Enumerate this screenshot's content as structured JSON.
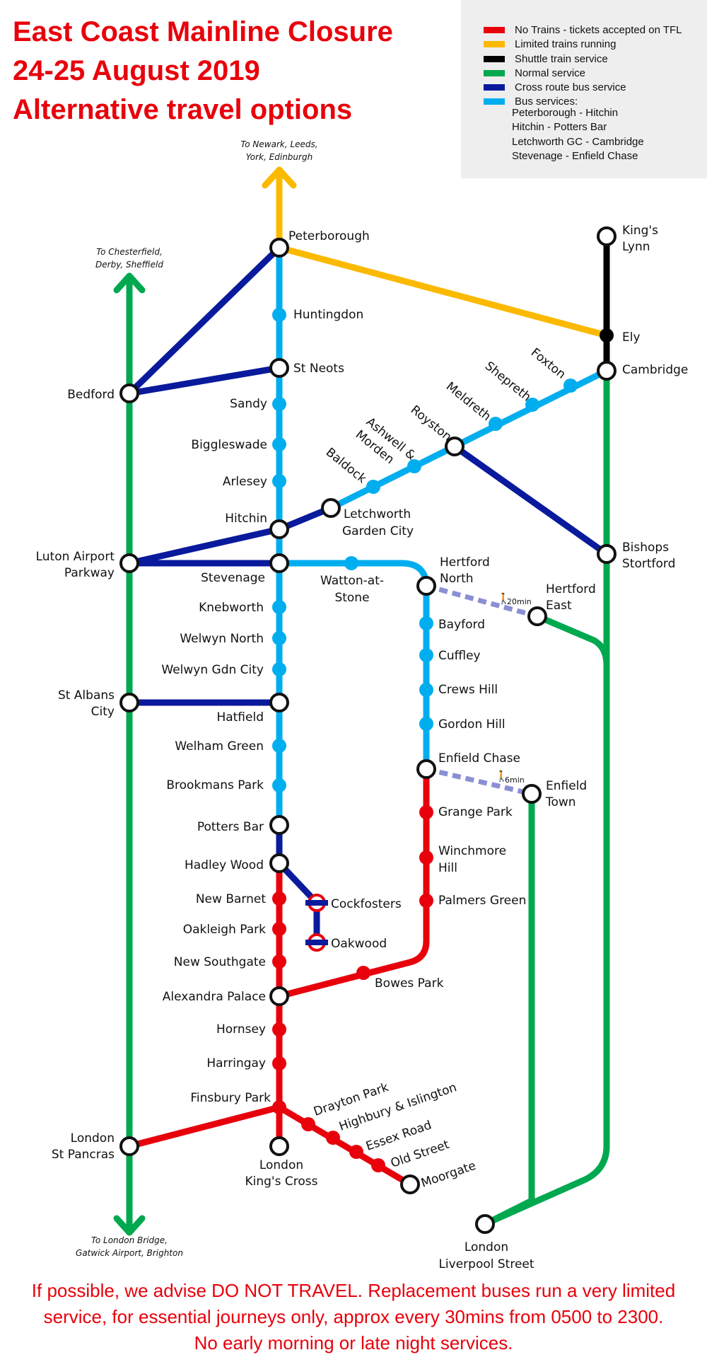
{
  "title": {
    "line1": "East Coast Mainline Closure",
    "line2": "24-25 August 2019",
    "line3": "Alternative travel options"
  },
  "legend": {
    "items": [
      {
        "label": "No Trains - tickets accepted on TFL",
        "color": "#e8000b"
      },
      {
        "label": "Limited trains running",
        "color": "#fbb900"
      },
      {
        "label": "Shuttle train service",
        "color": "#000000"
      },
      {
        "label": "Normal service",
        "color": "#00a84f"
      },
      {
        "label": "Cross route bus service",
        "color": "#0a1a9c"
      },
      {
        "label": "Bus services:",
        "color": "#00aeef"
      }
    ],
    "bus_services": [
      "Peterborough - Hitchin",
      "Hitchin - Potters Bar",
      "Letchworth GC - Cambridge",
      "Stevenage - Enfield Chase"
    ]
  },
  "directions": {
    "north": [
      "To Newark, Leeds,",
      "York, Edinburgh"
    ],
    "west": [
      "To Chesterfield,",
      "Derby, Sheffield"
    ],
    "south": [
      "To London Bridge,",
      "Gatwick Airport, Brighton"
    ]
  },
  "stations": {
    "peterborough": "Peterborough",
    "huntingdon": "Huntingdon",
    "st_neots": "St Neots",
    "sandy": "Sandy",
    "biggleswade": "Biggleswade",
    "arlesey": "Arlesey",
    "hitchin": "Hitchin",
    "stevenage": "Stevenage",
    "knebworth": "Knebworth",
    "welwyn_north": "Welwyn North",
    "welwyn_gdn_city": "Welwyn Gdn City",
    "hatfield": "Hatfield",
    "welham_green": "Welham Green",
    "brookmans_park": "Brookmans Park",
    "potters_bar": "Potters Bar",
    "hadley_wood": "Hadley Wood",
    "new_barnet": "New Barnet",
    "oakleigh_park": "Oakleigh Park",
    "new_southgate": "New Southgate",
    "alexandra_palace": "Alexandra Palace",
    "hornsey": "Hornsey",
    "harringay": "Harringay",
    "finsbury_park": "Finsbury Park",
    "kings_cross": [
      "London",
      "King's Cross"
    ],
    "st_pancras": [
      "London",
      "St Pancras"
    ],
    "bedford": "Bedford",
    "luton_airport_parkway": [
      "Luton Airport",
      "Parkway"
    ],
    "st_albans_city": [
      "St Albans",
      "City"
    ],
    "kings_lynn": [
      "King's",
      "Lynn"
    ],
    "ely": "Ely",
    "cambridge": "Cambridge",
    "foxton": "Foxton",
    "shepreth": "Shepreth",
    "meldreth": "Meldreth",
    "royston": "Royston",
    "ashwell_morden": [
      "Ashwell &",
      "Morden"
    ],
    "baldock": "Baldock",
    "letchworth": [
      "Letchworth",
      "Garden City"
    ],
    "bishops_stortford": [
      "Bishops",
      "Stortford"
    ],
    "watton_at_stone": [
      "Watton-at-",
      "Stone"
    ],
    "hertford_north": [
      "Hertford",
      "North"
    ],
    "hertford_east": [
      "Hertford",
      "East"
    ],
    "bayford": "Bayford",
    "cuffley": "Cuffley",
    "crews_hill": "Crews Hill",
    "gordon_hill": "Gordon Hill",
    "enfield_chase": "Enfield Chase",
    "enfield_town": [
      "Enfield",
      "Town"
    ],
    "grange_park": "Grange Park",
    "winchmore_hill": [
      "Winchmore",
      "Hill"
    ],
    "palmers_green": "Palmers Green",
    "bowes_park": "Bowes Park",
    "cockfosters": "Cockfosters",
    "oakwood": "Oakwood",
    "drayton_park": "Drayton Park",
    "highbury_islington": "Highbury & Islington",
    "essex_road": "Essex Road",
    "old_street": "Old Street",
    "moorgate": "Moorgate",
    "liverpool_street": [
      "London",
      "Liverpool Street"
    ]
  },
  "walks": {
    "hertford": "20min",
    "enfield": "6min"
  },
  "footer": {
    "line1": "If possible, we advise DO NOT TRAVEL. Replacement buses run a very limited",
    "line2": "service, for essential journeys only, approx every 30mins from 0500 to 2300.",
    "line3": "No early morning or late night services."
  }
}
